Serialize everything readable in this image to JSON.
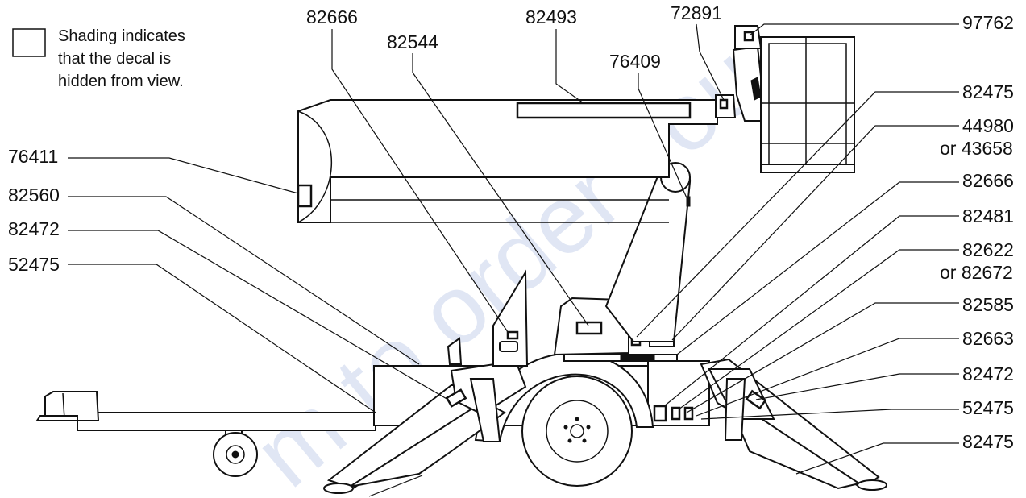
{
  "legend": {
    "line1": "Shading indicates",
    "line2": "that the decal is",
    "line3": "hidden from view."
  },
  "labels": {
    "top_82666": "82666",
    "top_82544": "82544",
    "top_82493": "82493",
    "top_72891": "72891",
    "top_76409": "76409",
    "left_76411": "76411",
    "left_82560": "82560",
    "left_82472": "82472",
    "left_52475": "52475",
    "right_97762": "97762",
    "right_82475a": "82475",
    "right_44980": "44980",
    "right_43658": "or 43658",
    "right_82666": "82666",
    "right_82481": "82481",
    "right_82622": "82622",
    "right_82672": "or 82672",
    "right_82585": "82585",
    "right_82663": "82663",
    "right_82472": "82472",
    "right_52475": "52475",
    "right_82475b": "82475"
  },
  "watermark": "m to order you"
}
